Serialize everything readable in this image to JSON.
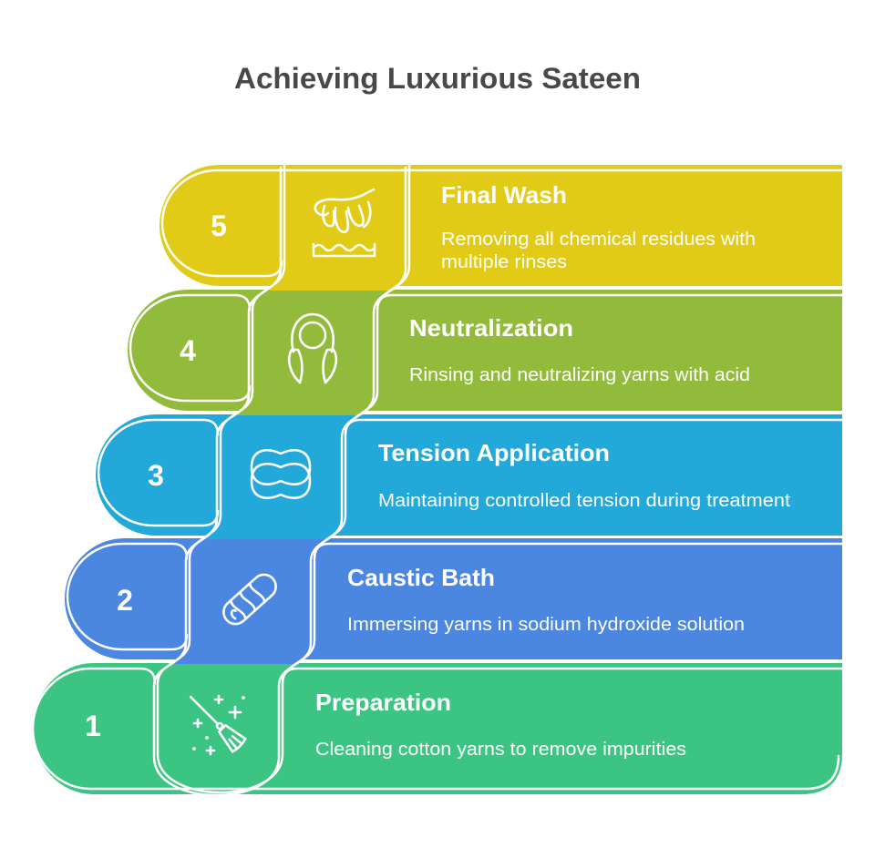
{
  "title": "Achieving Luxurious Sateen",
  "colors": {
    "title_text": "#484848",
    "outline": "#FFFFFF"
  },
  "steps": [
    {
      "number": "1",
      "title": "Preparation",
      "description": [
        "Cleaning cotton yarns to remove impurities"
      ],
      "icon": "broom-sparkles-icon",
      "color": "#3CC483"
    },
    {
      "number": "2",
      "title": "Caustic Bath",
      "description": [
        "Immersing yarns in sodium hydroxide solution"
      ],
      "icon": "yarn-skein-icon",
      "color": "#4B86E1"
    },
    {
      "number": "3",
      "title": "Tension Application",
      "description": [
        "Maintaining controlled tension during treatment"
      ],
      "icon": "stretched-ring-icon",
      "color": "#22A8D9"
    },
    {
      "number": "4",
      "title": "Neutralization",
      "description": [
        "Rinsing and neutralizing yarns with acid"
      ],
      "icon": "towel-around-neck-icon",
      "color": "#93BB3B"
    },
    {
      "number": "5",
      "title": "Final Wash",
      "description": [
        "Removing all chemical residues with",
        "multiple rinses"
      ],
      "icon": "hand-washing-icon",
      "color": "#E1CB17"
    }
  ]
}
